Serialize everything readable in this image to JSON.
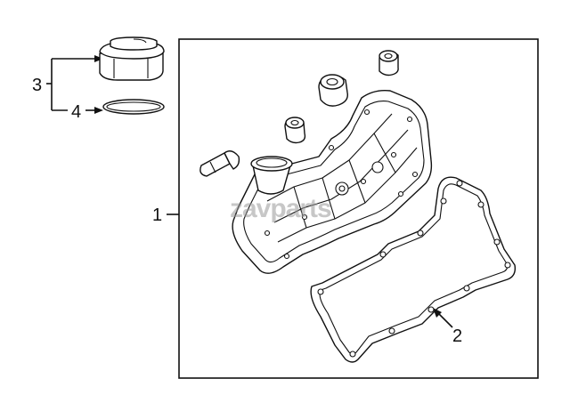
{
  "diagram": {
    "callouts": [
      {
        "id": "1",
        "label": "1"
      },
      {
        "id": "2",
        "label": "2"
      },
      {
        "id": "3",
        "label": "3"
      },
      {
        "id": "4",
        "label": "4"
      }
    ],
    "watermark": "zavparts",
    "colors": {
      "line": "#111111",
      "background": "#ffffff",
      "watermark": "#9a9a9a"
    }
  }
}
